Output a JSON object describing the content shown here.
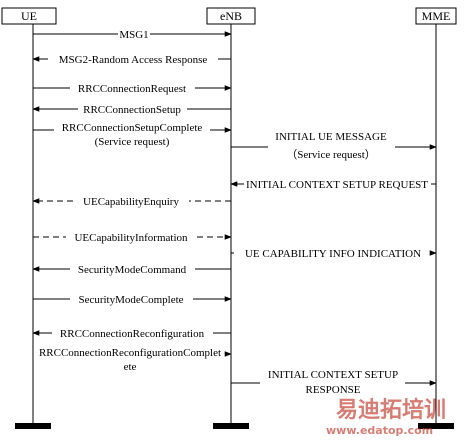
{
  "entities": {
    "ue": "UE",
    "enb": "eNB",
    "mme": "MME"
  },
  "messages": [
    {
      "id": "msg1",
      "text": "MSG1"
    },
    {
      "id": "msg2",
      "text": "MSG2-Random Access Response"
    },
    {
      "id": "rrc-req",
      "text": "RRCConnectionRequest"
    },
    {
      "id": "rrc-setup",
      "text": "RRCConnectionSetup"
    },
    {
      "id": "rrc-complete-1",
      "text": "RRCConnectionSetupComplete"
    },
    {
      "id": "rrc-complete-2",
      "text": "(Service request)"
    },
    {
      "id": "initial-ue-1",
      "text": "INITIAL UE MESSAGE"
    },
    {
      "id": "initial-ue-2",
      "text": "（Service request）"
    },
    {
      "id": "ctx-setup-req",
      "text": "INITIAL CONTEXT SETUP REQUEST"
    },
    {
      "id": "ue-cap-enq",
      "text": "UECapabilityEnquiry"
    },
    {
      "id": "ue-cap-info",
      "text": "UECapabilityInformation"
    },
    {
      "id": "ue-cap-ind",
      "text": "UE CAPABILITY INFO INDICATION"
    },
    {
      "id": "sec-cmd",
      "text": "SecurityModeCommand"
    },
    {
      "id": "sec-complete",
      "text": "SecurityModeComplete"
    },
    {
      "id": "rrc-reconf",
      "text": "RRCConnectionReconfiguration"
    },
    {
      "id": "rrc-reconf-complete-1",
      "text": "RRCConnectionReconfigurationComplet"
    },
    {
      "id": "rrc-reconf-complete-2",
      "text": "ete"
    },
    {
      "id": "ctx-setup-resp-1",
      "text": "INITIAL CONTEXT SETUP"
    },
    {
      "id": "ctx-setup-resp-2",
      "text": "RESPONSE"
    }
  ],
  "watermark": {
    "chinese": "易迪拓培训",
    "url": "www.edatop.com"
  },
  "colors": {
    "line": "#000000",
    "watermark": "#c0392b"
  }
}
